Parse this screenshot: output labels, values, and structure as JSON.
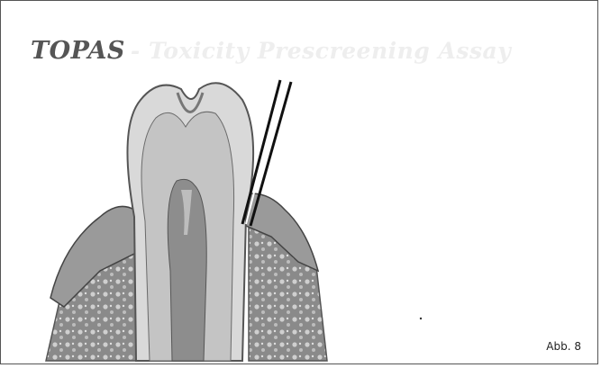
{
  "slide": {
    "title_main": "TOPAS",
    "title_rest": "- Toxicity Prescreening Assay",
    "caption": "Abb. 8"
  }
}
